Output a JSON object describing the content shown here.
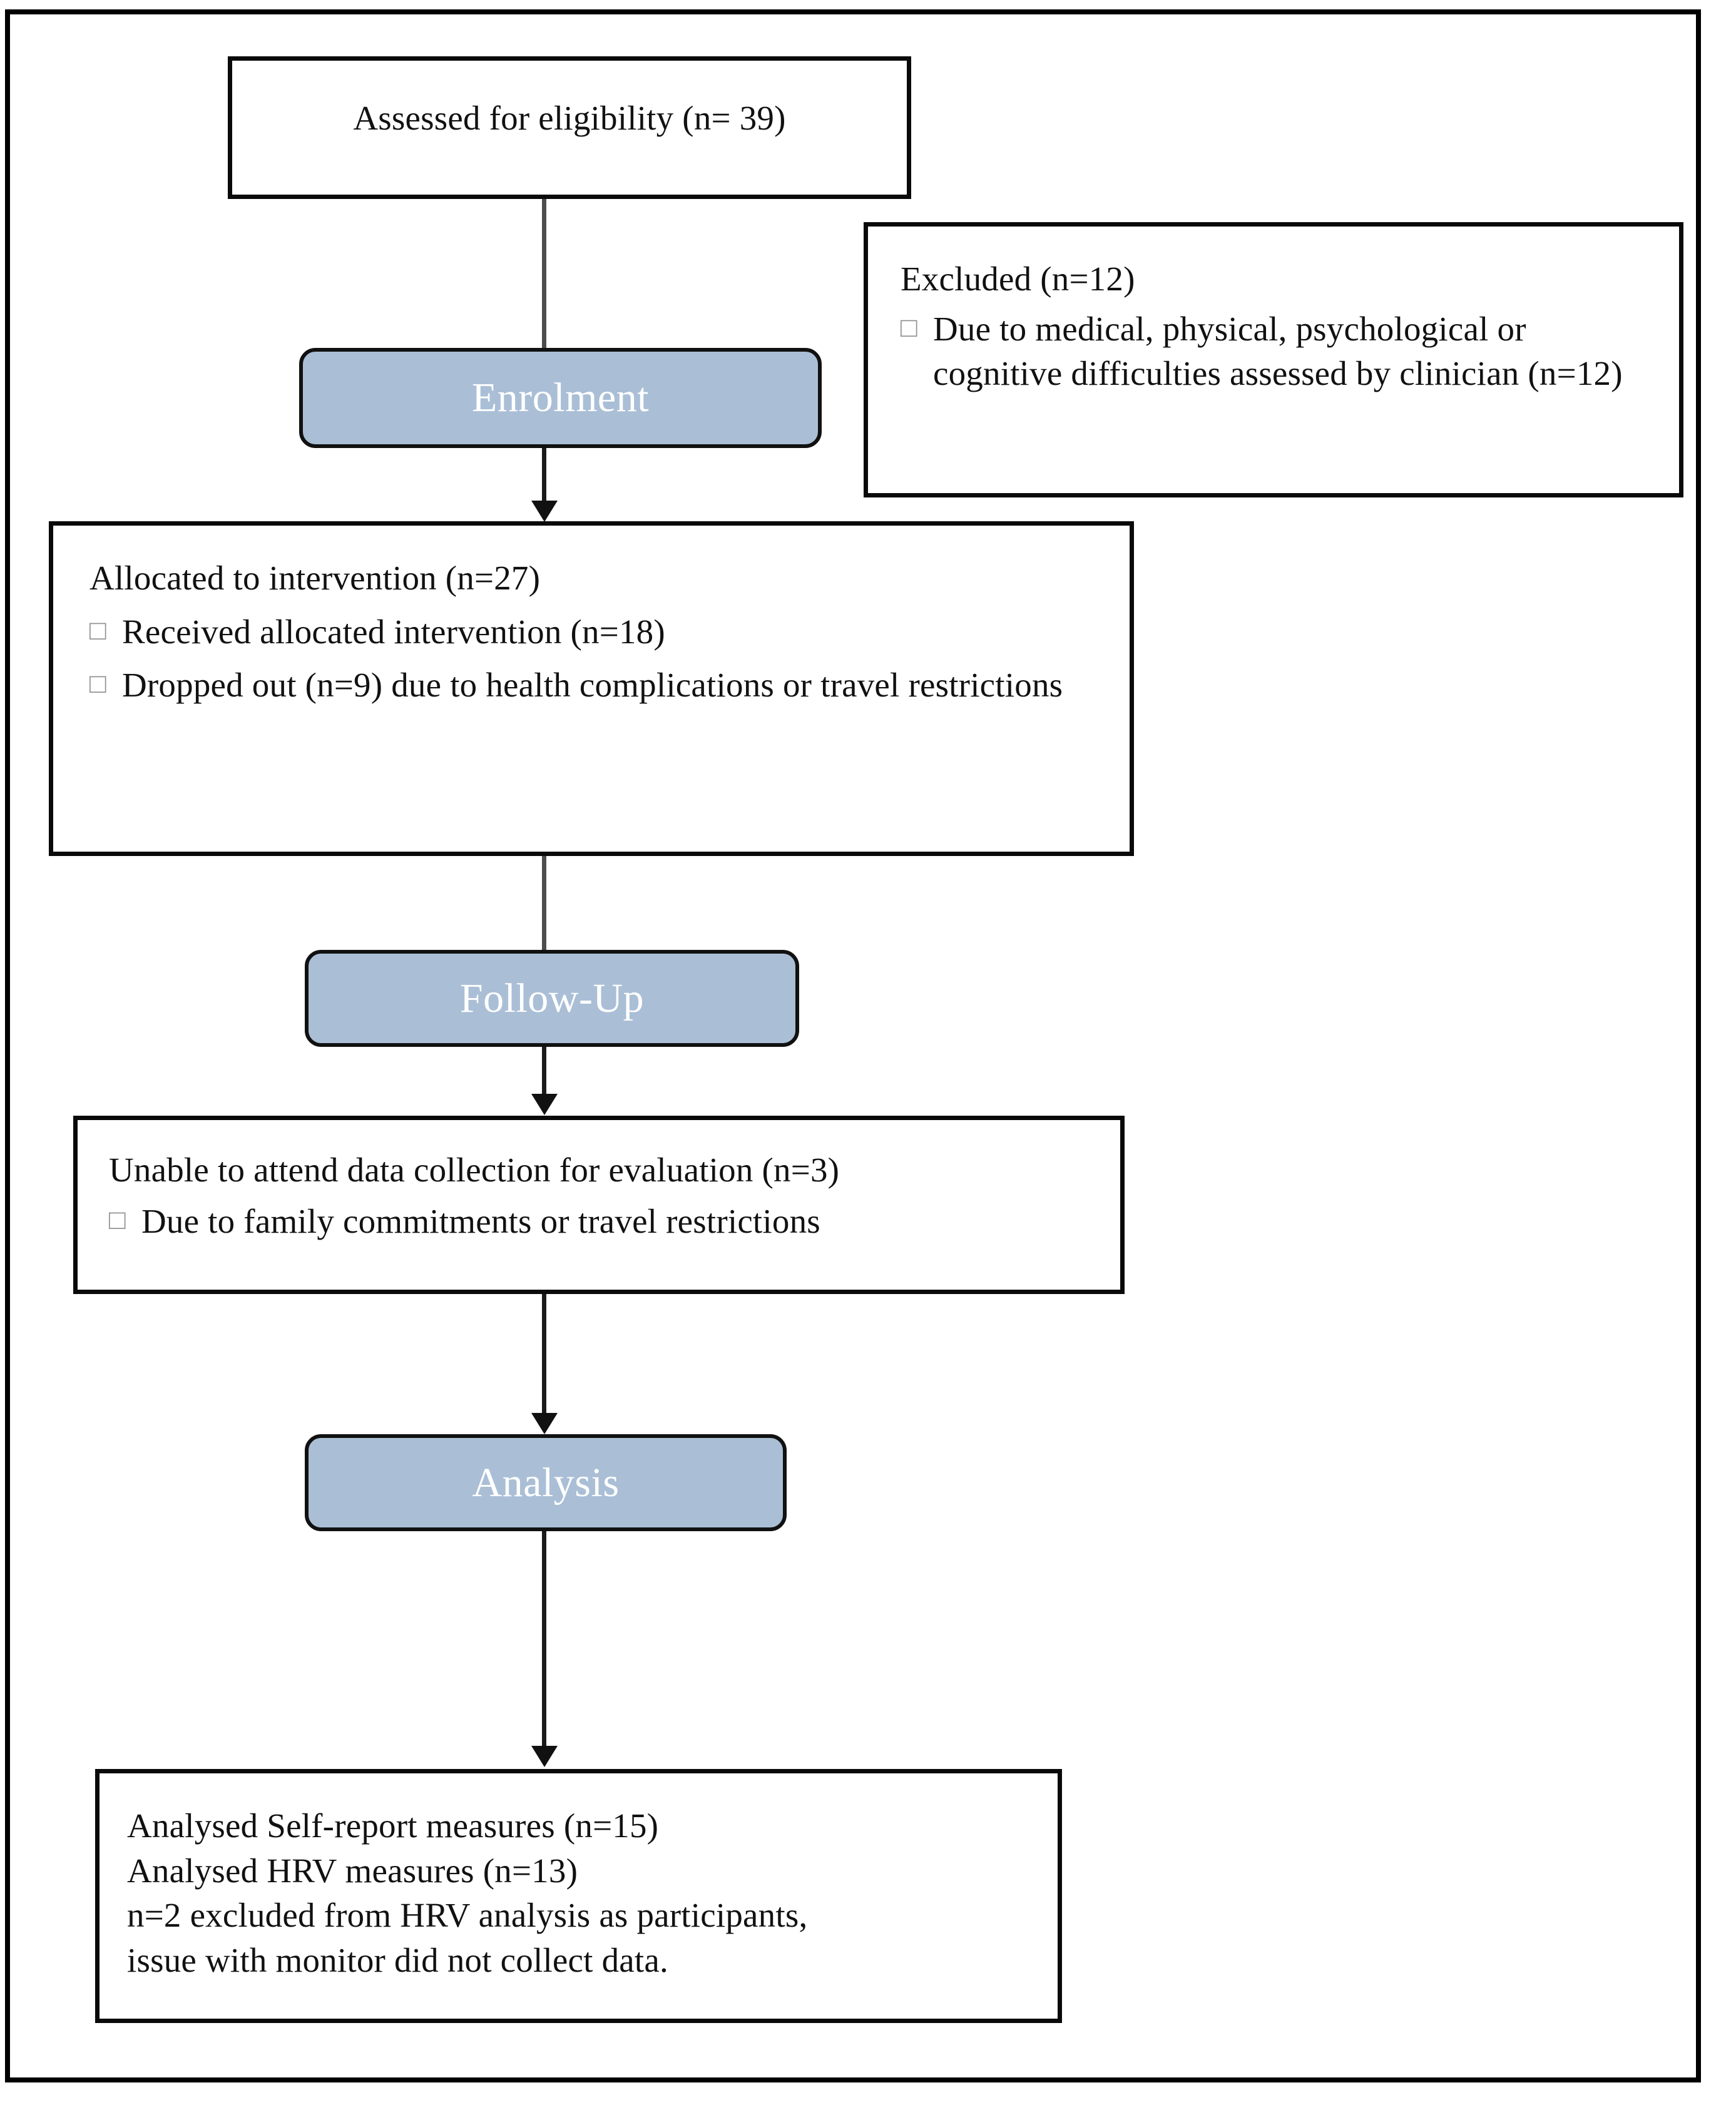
{
  "diagram": {
    "title": "CONSORT participant flow diagram",
    "accent_color": "#aabfd6",
    "border_color": "#000000",
    "connector_color": "#4d4d4d",
    "bullet_glyph": "□"
  },
  "nodes": {
    "eligibility": {
      "name": "assessed-for-eligibility",
      "lines": [
        "Assessed for eligibility (n= 39)"
      ]
    },
    "excluded": {
      "name": "excluded",
      "heading": "Excluded (n=12)",
      "bullets": [
        "Due to medical, physical, psychological or cognitive difficulties assessed by clinician  (n=12)"
      ]
    },
    "allocated": {
      "name": "allocated-to-intervention",
      "heading": "Allocated to intervention (n=27)",
      "bullets": [
        "Received allocated intervention (n=18)",
        "Dropped out (n=9) due to health complications or travel restrictions"
      ]
    },
    "unable": {
      "name": "unable-to-attend",
      "heading": "Unable to attend data collection for evaluation (n=3)",
      "bullets": [
        "Due to family commitments or travel restrictions"
      ]
    },
    "analysed": {
      "name": "analysed-results",
      "lines": [
        "Analysed Self-report measures (n=15)",
        "Analysed HRV measures (n=13)",
        "n=2 excluded from HRV analysis as participants,",
        "issue with monitor did not collect data."
      ]
    }
  },
  "stages": [
    {
      "name": "stage-enrolment",
      "label": "Enrolment"
    },
    {
      "name": "stage-follow-up",
      "label": "Follow-Up"
    },
    {
      "name": "stage-analysis",
      "label": "Analysis"
    }
  ]
}
